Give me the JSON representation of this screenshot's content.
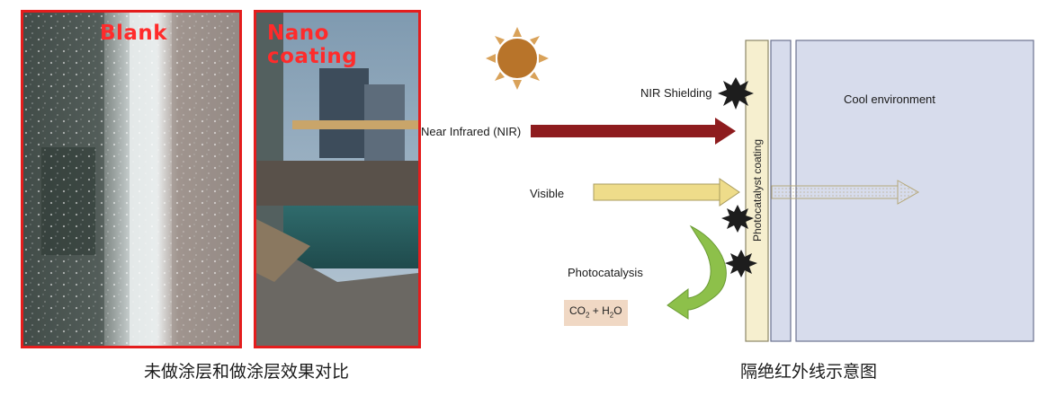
{
  "photos": {
    "left_label": "Blank",
    "right_label": "Nano coating"
  },
  "diagram": {
    "nir_shielding": "NIR Shielding",
    "near_infrared": "Near Infrared (NIR)",
    "visible": "Visible",
    "photocatalyst_coating": "Photocatalyst coating",
    "cool_environment": "Cool environment",
    "photocatalysis": "Photocatalysis",
    "products_prefix": "CO",
    "products_sub": "2",
    "products_suffix": " + H",
    "products_sub2": "2",
    "products_end": "O"
  },
  "captions": {
    "left": "未做涂层和做涂层效果对比",
    "right": "隔绝红外线示意图"
  },
  "colors": {
    "frame_red": "#e41d1d",
    "nir_arrow": "#8e1c1e",
    "visible_arrow": "#eedc8a",
    "coating_layer": "#f6efcf",
    "glass_layer": "#d7dcec",
    "sun": "#b8742a",
    "photocatalysis_arrow": "#8dc04a",
    "products_box": "#f0d8c4"
  }
}
